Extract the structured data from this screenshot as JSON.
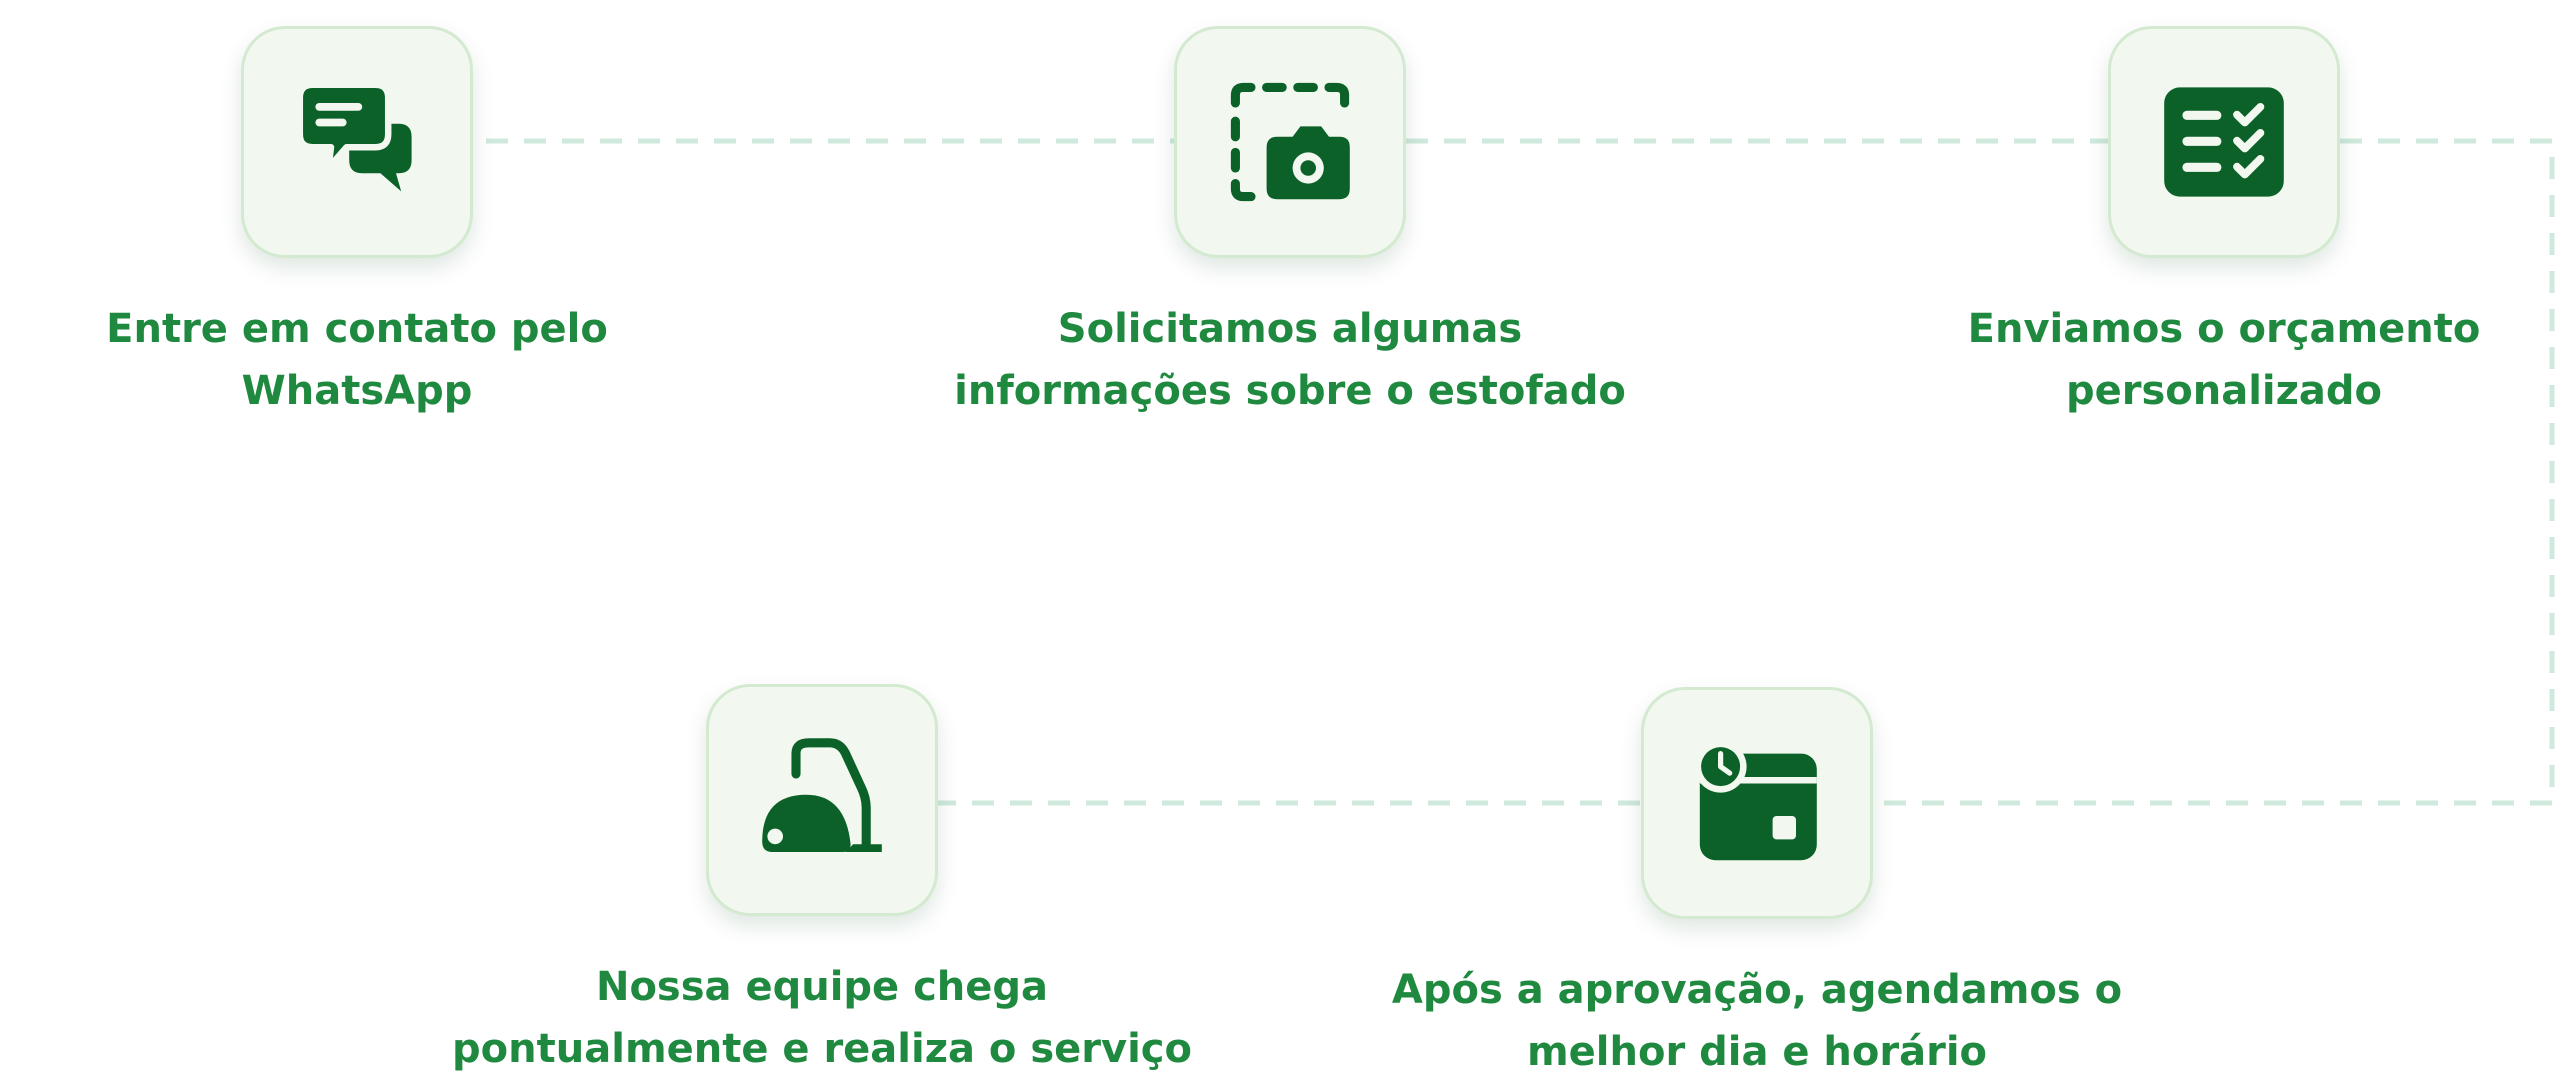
{
  "colors": {
    "accent_text": "#1f8a3f",
    "icon_fill": "#0b6128",
    "card_bg": "#f2f8ef",
    "card_border": "#d3ead0",
    "connector": "#cfe9dd"
  },
  "steps": [
    {
      "icon": "chat-bubbles-icon",
      "label_lines": [
        "Entre em contato pelo",
        "WhatsApp"
      ]
    },
    {
      "icon": "camera-capture-icon",
      "label_lines": [
        "Solicitamos algumas",
        "informações sobre o estofado"
      ]
    },
    {
      "icon": "checklist-icon",
      "label_lines": [
        "Enviamos o orçamento",
        "personalizado"
      ]
    },
    {
      "icon": "calendar-clock-icon",
      "label_lines": [
        "Após a aprovação, agendamos o",
        "melhor dia e horário"
      ]
    },
    {
      "icon": "vacuum-cleaner-icon",
      "label_lines": [
        "Nossa equipe chega",
        "pontualmente e realiza o serviço"
      ]
    }
  ]
}
